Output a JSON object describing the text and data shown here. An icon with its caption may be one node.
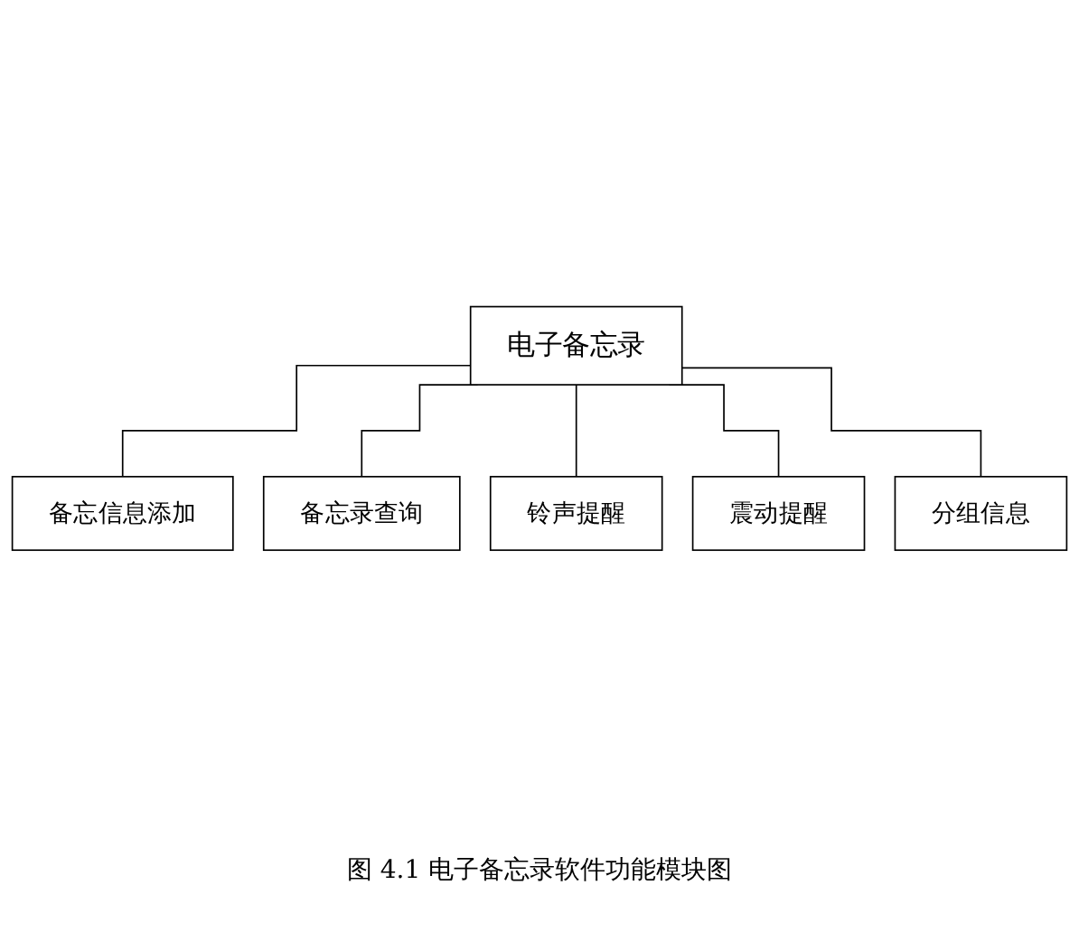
{
  "diagram": {
    "caption": "图 4.1 电子备忘录软件功能模块图",
    "nodes": [
      {
        "text": [
          "电子备忘录"
        ]
      },
      {
        "text": [
          "备忘信息添加"
        ]
      },
      {
        "text": [
          "备忘录查询"
        ]
      },
      {
        "text": [
          "铃声提醒"
        ]
      },
      {
        "text": [
          "震动提醒"
        ]
      },
      {
        "text": [
          "分组信息"
        ]
      }
    ],
    "edges": [
      {
        "from": 0,
        "to": 1,
        "arrow": "none"
      },
      {
        "from": 0,
        "to": 2,
        "arrow": "none"
      },
      {
        "from": 0,
        "to": 3,
        "arrow": "none"
      },
      {
        "from": 0,
        "to": 4,
        "arrow": "none"
      },
      {
        "from": 0,
        "to": 5,
        "arrow": "none"
      }
    ]
  }
}
